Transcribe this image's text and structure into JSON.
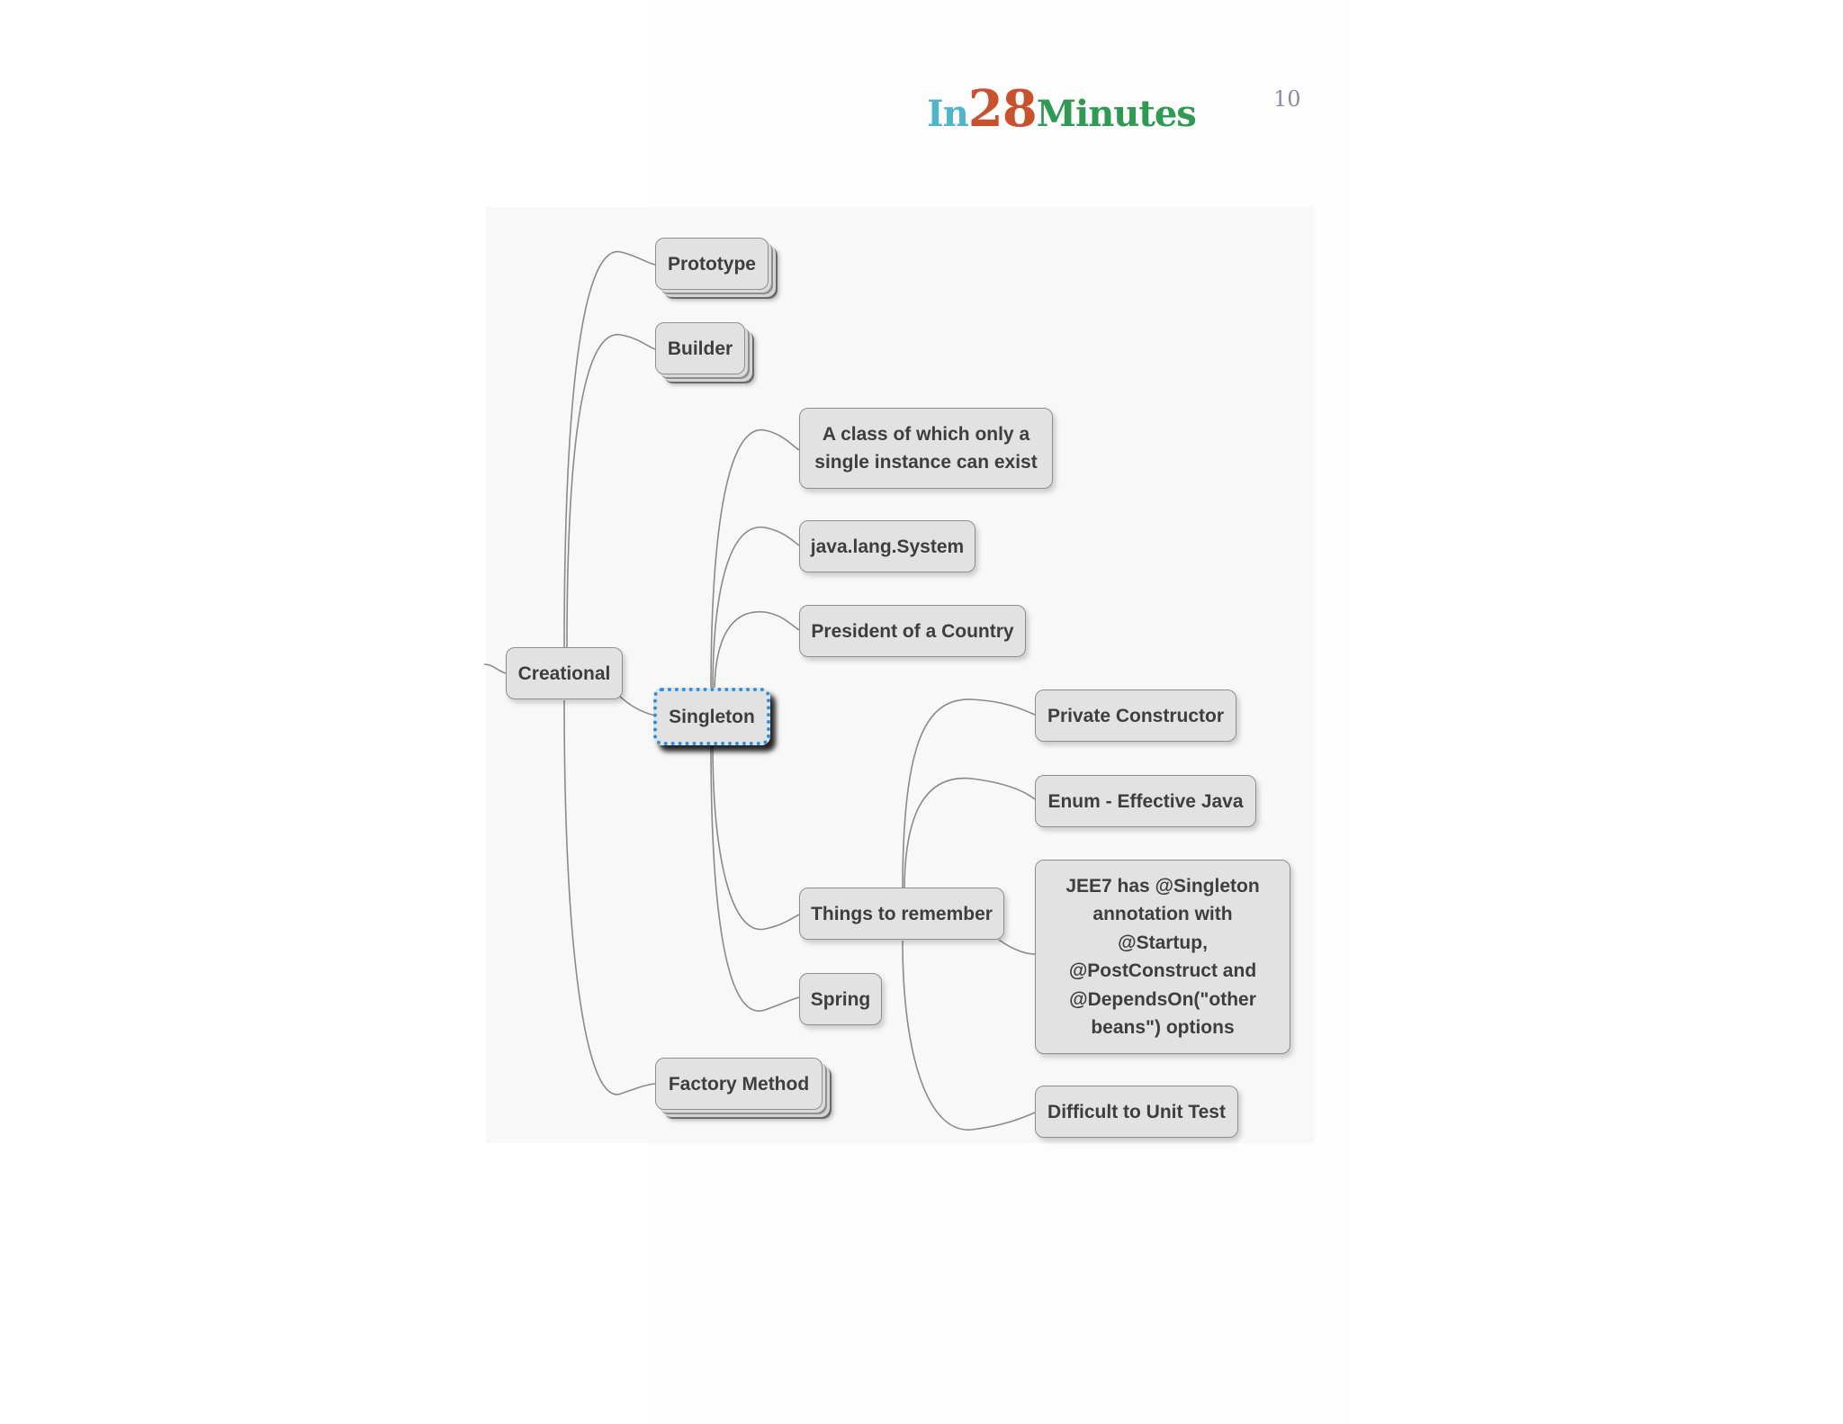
{
  "header": {
    "logo_part1": "In",
    "logo_part2": "28",
    "logo_part3": "Minutes",
    "page_number": "10"
  },
  "colors": {
    "logo_in": "#4fb5c8",
    "logo_28": "#c9522e",
    "logo_minutes": "#2f9a52",
    "node_fill": "#e2e2e2",
    "node_border": "#8f8f8f",
    "selection_border": "#2f8fe0",
    "connector": "#8a8a8a"
  },
  "mindmap": {
    "creational": "Creational",
    "prototype": "Prototype",
    "builder": "Builder",
    "singleton": "Singleton",
    "singleton_definition": "A class of which only a\nsingle instance can exist",
    "java_lang_system": "java.lang.System",
    "president": "President of a Country",
    "things_to_remember": "Things to remember",
    "private_constructor": "Private Constructor",
    "enum_effective_java": "Enum - Effective Java",
    "jee7_note": "JEE7 has @Singleton\nannotation with\n@Startup,\n@PostConstruct and\n@DependsOn(\"other\nbeans\") options",
    "difficult_to_unit_test": "Difficult to Unit Test",
    "spring": "Spring",
    "factory_method": "Factory Method"
  }
}
